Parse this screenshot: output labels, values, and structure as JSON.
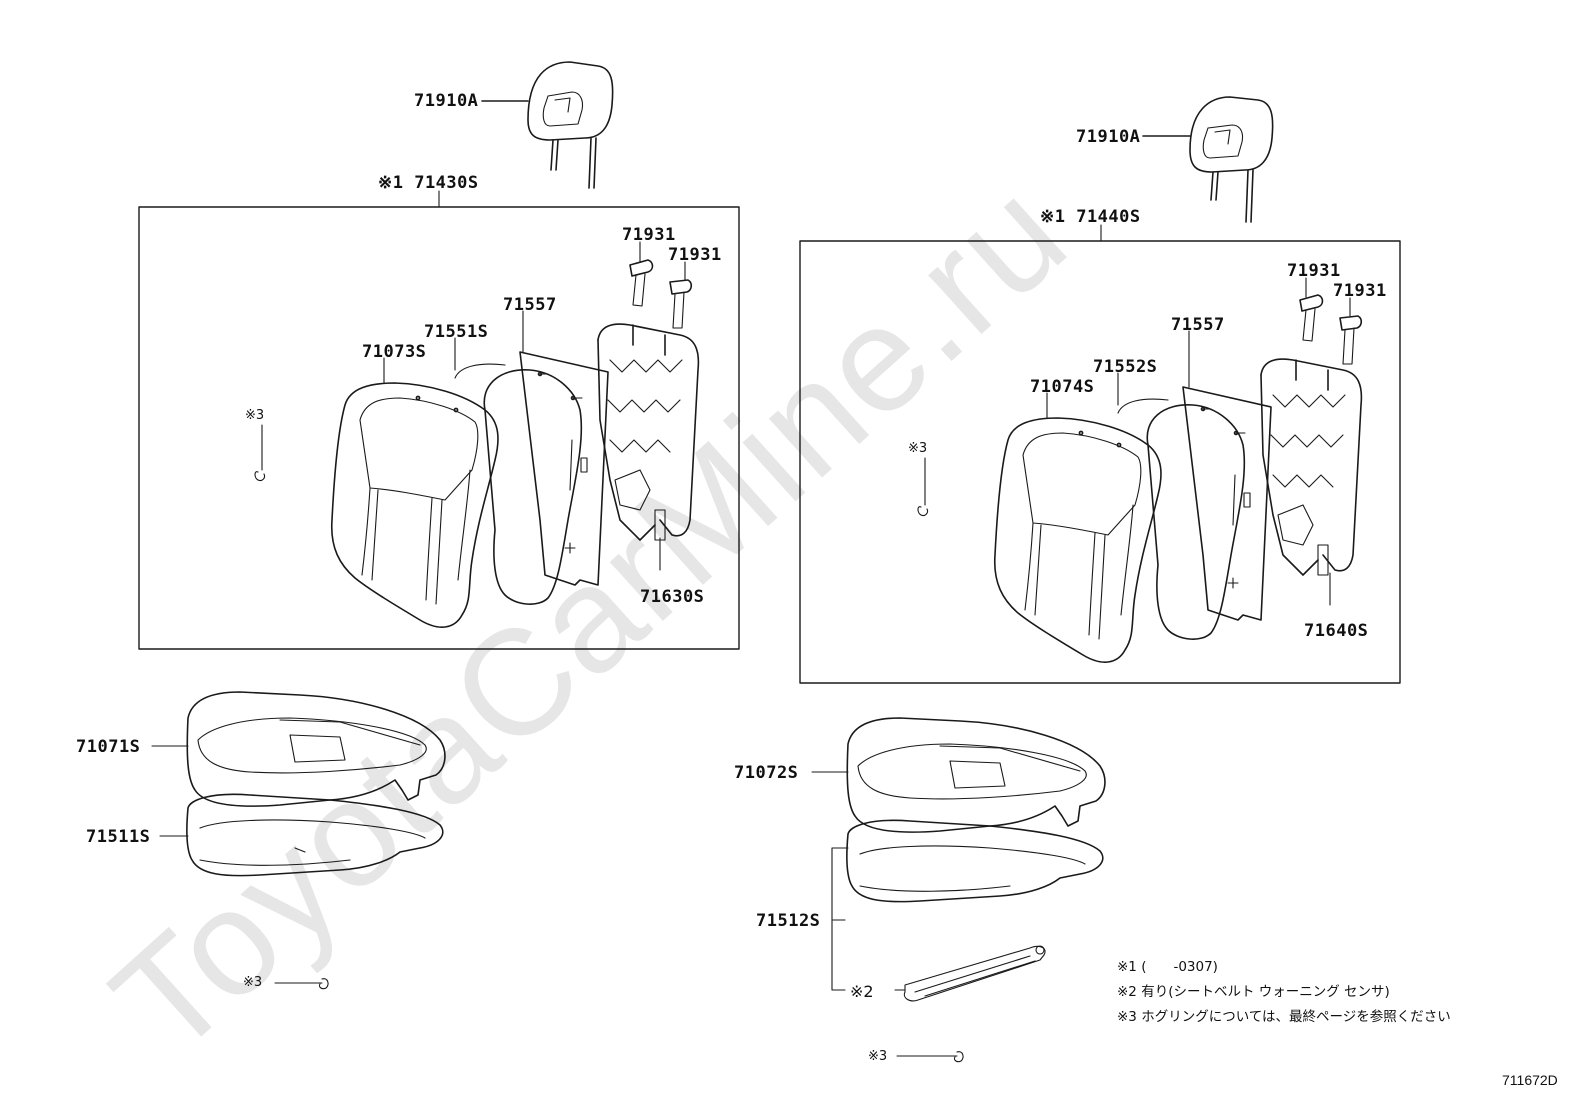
{
  "watermark": "ToyotaCarMine.ru",
  "labels": {
    "left_headrest": "71910A",
    "left_assy": "※1 71430S",
    "left_clip_a": "71931",
    "left_clip_b": "71931",
    "left_board": "71557",
    "left_pad": "71551S",
    "left_cover": "71073S",
    "left_frame": "71630S",
    "left_hogring": "※3",
    "left_cushion_cover": "71071S",
    "left_cushion_pad": "71511S",
    "left_cushion_hogring": "※3",
    "right_headrest": "71910A",
    "right_assy": "※1 71440S",
    "right_clip_a": "71931",
    "right_clip_b": "71931",
    "right_board": "71557",
    "right_pad": "71552S",
    "right_cover": "71074S",
    "right_frame": "71640S",
    "right_hogring": "※3",
    "right_cushion_cover": "71072S",
    "right_cushion_pad": "71512S",
    "right_sensor": "※2",
    "right_cushion_hogring": "※3"
  },
  "notes": [
    "※1 (　　-0307)",
    "※2  有り(シートベルト ウォーニング センサ)",
    "※3  ホグリングについては、最終ページを参照ください"
  ],
  "figure_ref": "711672D"
}
